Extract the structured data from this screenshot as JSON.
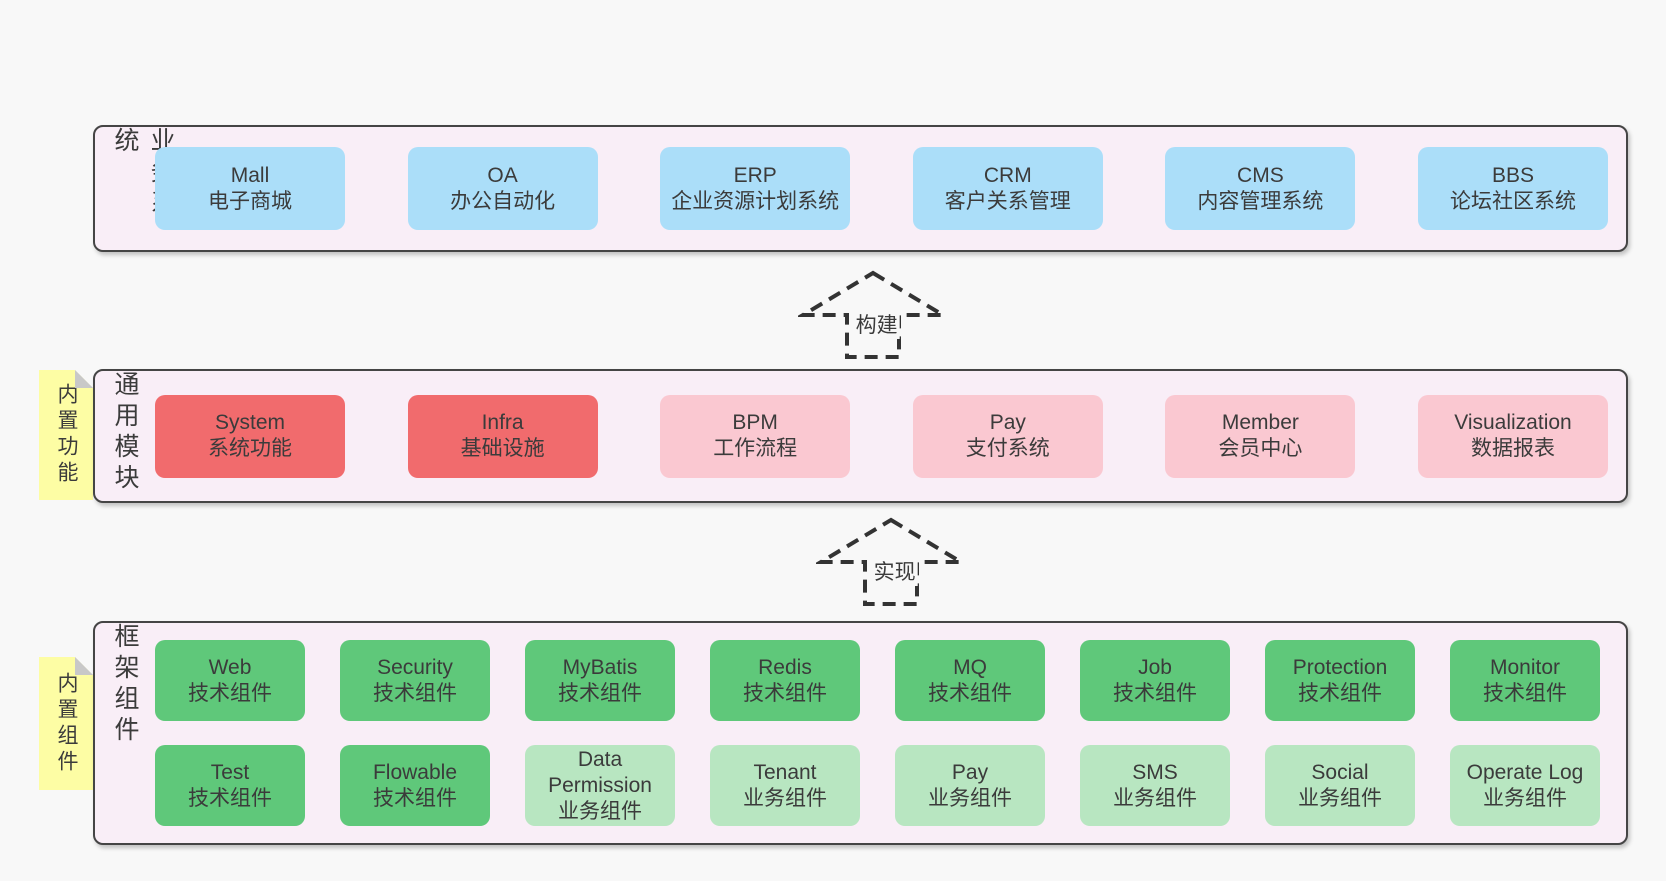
{
  "colors": {
    "page_bg": "#f8f8f8",
    "band_bg": "#f9eef7",
    "band_border": "#454545",
    "box_blue": "#abdef9",
    "box_red": "#f16b6d",
    "box_pink": "#fac8d1",
    "box_green": "#5fc87a",
    "box_light_green": "#b8e6c1",
    "note_yellow": "#fdfda4",
    "note_fold": "#c8c8c8",
    "text": "#3b3b3b",
    "arrow_stroke": "#333333"
  },
  "bands": [
    {
      "label": "业务系统",
      "boxes": [
        {
          "en": "Mall",
          "zh": "电子商城",
          "variant": "blue"
        },
        {
          "en": "OA",
          "zh": "办公自动化",
          "variant": "blue"
        },
        {
          "en": "ERP",
          "zh": "企业资源计划系统",
          "variant": "blue"
        },
        {
          "en": "CRM",
          "zh": "客户关系管理",
          "variant": "blue"
        },
        {
          "en": "CMS",
          "zh": "内容管理系统",
          "variant": "blue"
        },
        {
          "en": "BBS",
          "zh": "论坛社区系统",
          "variant": "blue"
        }
      ]
    },
    {
      "label": "通用模块",
      "note": "内置功能",
      "boxes": [
        {
          "en": "System",
          "zh": "系统功能",
          "variant": "red"
        },
        {
          "en": "Infra",
          "zh": "基础设施",
          "variant": "red"
        },
        {
          "en": "BPM",
          "zh": "工作流程",
          "variant": "pink"
        },
        {
          "en": "Pay",
          "zh": "支付系统",
          "variant": "pink"
        },
        {
          "en": "Member",
          "zh": "会员中心",
          "variant": "pink"
        },
        {
          "en": "Visualization",
          "zh": "数据报表",
          "variant": "pink"
        }
      ]
    },
    {
      "label": "框架组件",
      "note": "内置组件",
      "rows": [
        [
          {
            "en": "Web",
            "zh": "技术组件",
            "variant": "green"
          },
          {
            "en": "Security",
            "zh": "技术组件",
            "variant": "green"
          },
          {
            "en": "MyBatis",
            "zh": "技术组件",
            "variant": "green"
          },
          {
            "en": "Redis",
            "zh": "技术组件",
            "variant": "green"
          },
          {
            "en": "MQ",
            "zh": "技术组件",
            "variant": "green"
          },
          {
            "en": "Job",
            "zh": "技术组件",
            "variant": "green"
          },
          {
            "en": "Protection",
            "zh": "技术组件",
            "variant": "green"
          },
          {
            "en": "Monitor",
            "zh": "技术组件",
            "variant": "green"
          }
        ],
        [
          {
            "en": "Test",
            "zh": "技术组件",
            "variant": "green"
          },
          {
            "en": "Flowable",
            "zh": "技术组件",
            "variant": "green"
          },
          {
            "en": "Data Permission",
            "zh": "业务组件",
            "variant": "light-green"
          },
          {
            "en": "Tenant",
            "zh": "业务组件",
            "variant": "light-green"
          },
          {
            "en": "Pay",
            "zh": "业务组件",
            "variant": "light-green"
          },
          {
            "en": "SMS",
            "zh": "业务组件",
            "variant": "light-green"
          },
          {
            "en": "Social",
            "zh": "业务组件",
            "variant": "light-green"
          },
          {
            "en": "Operate Log",
            "zh": "业务组件",
            "variant": "light-green"
          }
        ]
      ]
    }
  ],
  "arrows": [
    {
      "label": "构建"
    },
    {
      "label": "实现"
    }
  ]
}
